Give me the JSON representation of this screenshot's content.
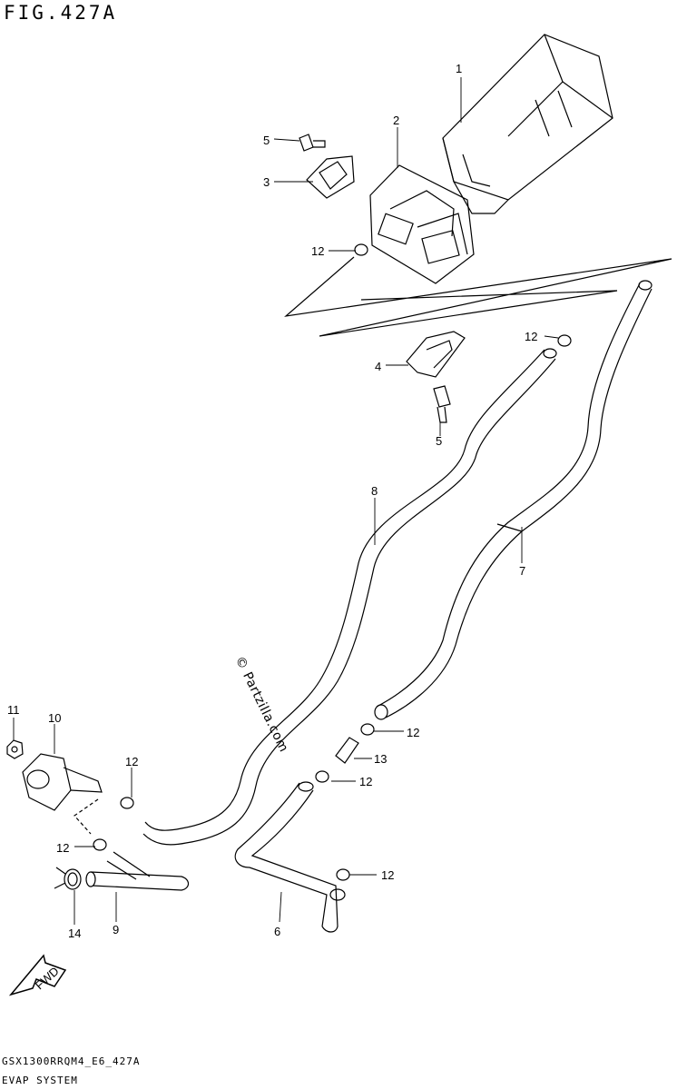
{
  "figure_title": "FIG.427A",
  "footer": {
    "code": "GSX1300RRQM4_E6_427A",
    "name": "EVAP SYSTEM"
  },
  "watermark": "© Partzilla.com",
  "fwd_label": "FWD",
  "callouts": [
    "1",
    "2",
    "3",
    "5",
    "12",
    "4",
    "12",
    "5",
    "8",
    "7",
    "11",
    "10",
    "12",
    "12",
    "13",
    "12",
    "12",
    "14",
    "9",
    "6",
    "12"
  ],
  "colors": {
    "line": "#000000",
    "background": "#ffffff"
  }
}
